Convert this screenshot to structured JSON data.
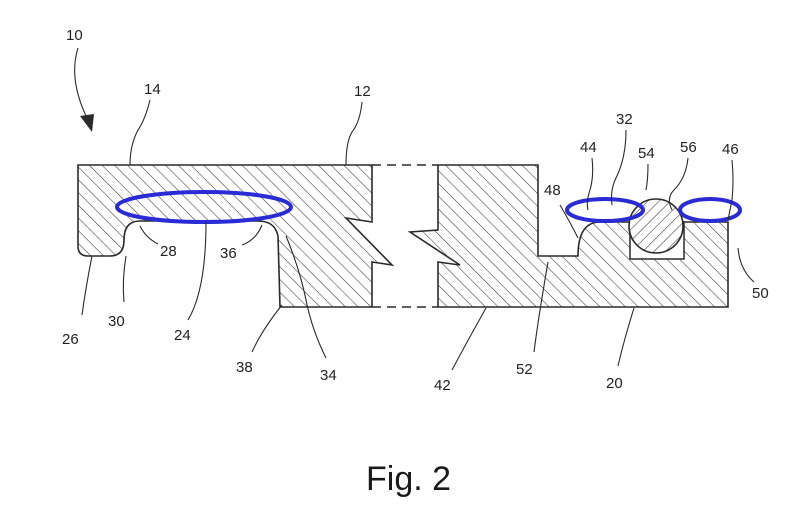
{
  "figure": {
    "caption": "Fig. 2",
    "highlight_color": "#2b2bd6",
    "line_color": "#2a2a2a",
    "reference_numerals": {
      "n10": "10",
      "n14": "14",
      "n12": "12",
      "n32": "32",
      "n44": "44",
      "n54": "54",
      "n56": "56",
      "n46": "46",
      "n48": "48",
      "n28": "28",
      "n36": "36",
      "n26": "26",
      "n30": "30",
      "n24": "24",
      "n38": "38",
      "n34": "34",
      "n42": "42",
      "n52": "52",
      "n20": "20",
      "n50": "50"
    }
  }
}
